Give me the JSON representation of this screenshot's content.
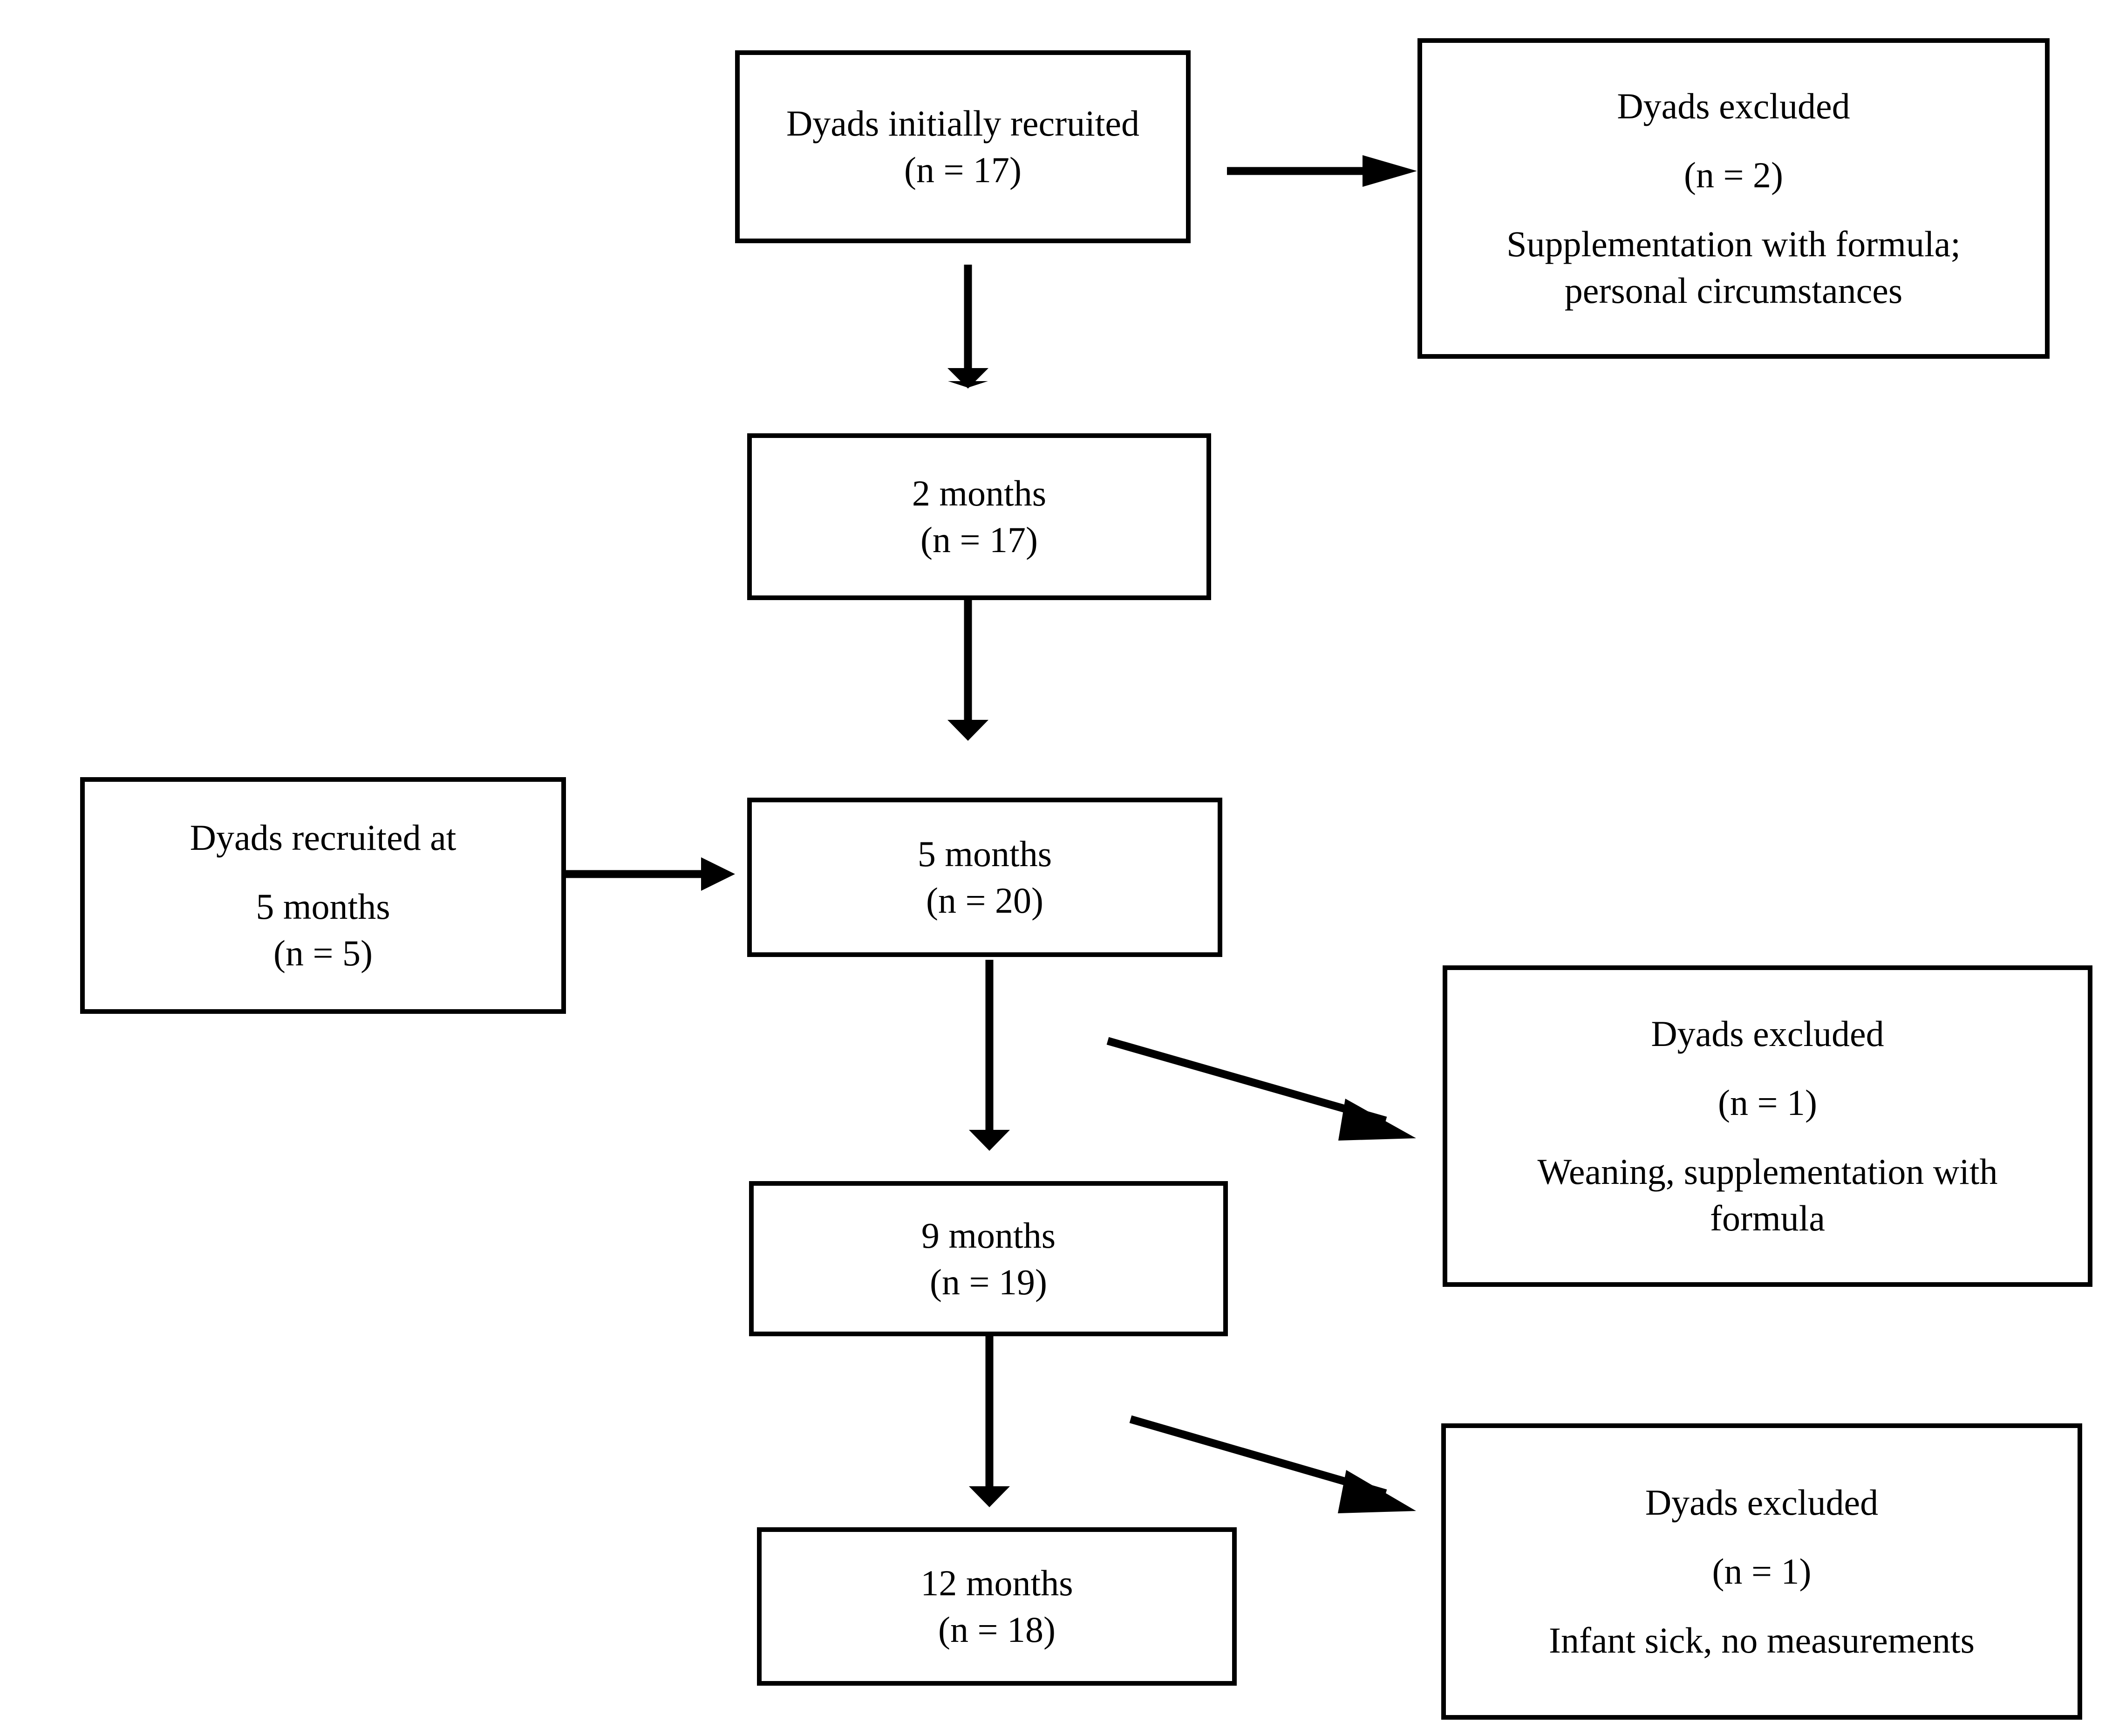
{
  "figure": {
    "type": "flowchart",
    "orientation": "top-to-bottom",
    "background_color": "#ffffff",
    "stroke_color": "#000000"
  },
  "nodes": {
    "recruited": {
      "id": "dyads-initially-recruited",
      "lines": [
        "Dyads initially recruited",
        "(n = 17)"
      ],
      "line1": "Dyads initially recruited",
      "line2": "(n = 17)",
      "n": 17
    },
    "excluded_baseline": {
      "id": "dyads-excluded-baseline",
      "lines": [
        "Dyads excluded",
        "(n = 2)",
        "Supplementation with formula;",
        "personal circumstances"
      ],
      "line1": "Dyads excluded",
      "line2": "(n = 2)",
      "line3": "Supplementation with formula;",
      "line4": "personal circumstances",
      "n": 2
    },
    "month2": {
      "id": "timepoint-2-months",
      "lines": [
        "2 months",
        "(n = 17)"
      ],
      "line1": "2 months",
      "line2": "(n = 17)",
      "n": 17
    },
    "recruited5": {
      "id": "dyads-recruited-at-5-months",
      "lines": [
        "Dyads recruited at",
        "5 months",
        "(n = 5)"
      ],
      "line1": "Dyads recruited at",
      "line2": "5 months",
      "line3": "(n = 5)",
      "n": 5
    },
    "month5": {
      "id": "timepoint-5-months",
      "lines": [
        "5 months",
        "(n = 20)"
      ],
      "line1": "5 months",
      "line2": "(n = 20)",
      "n": 20
    },
    "excluded_weaning": {
      "id": "dyads-excluded-weaning",
      "lines": [
        "Dyads excluded",
        "(n = 1)",
        "Weaning, supplementation with",
        "formula"
      ],
      "line1": "Dyads excluded",
      "line2": "(n = 1)",
      "line3": "Weaning, supplementation with",
      "line4": "formula",
      "n": 1
    },
    "month9": {
      "id": "timepoint-9-months",
      "lines": [
        "9 months",
        "(n = 19)"
      ],
      "line1": "9 months",
      "line2": "(n = 19)",
      "n": 19
    },
    "excluded_sick": {
      "id": "dyads-excluded-infant-sick",
      "lines": [
        "Dyads excluded",
        "(n = 1)",
        "Infant sick, no measurements"
      ],
      "line1": "Dyads excluded",
      "line2": "(n = 1)",
      "line3": "Infant sick, no measurements",
      "n": 1
    },
    "month12": {
      "id": "timepoint-12-months",
      "lines": [
        "12 months",
        "(n = 18)"
      ],
      "line1": "12 months",
      "line2": "(n = 18)",
      "n": 18
    }
  },
  "edges": [
    {
      "from": "recruited",
      "to": "excluded_baseline",
      "style": "horizontal-right"
    },
    {
      "from": "recruited",
      "to": "month2",
      "style": "vertical-down"
    },
    {
      "from": "month2",
      "to": "month5",
      "style": "vertical-down"
    },
    {
      "from": "recruited5",
      "to": "month5",
      "style": "horizontal-right"
    },
    {
      "from": "month5",
      "to": "month9",
      "style": "vertical-down"
    },
    {
      "from": "month5",
      "to": "excluded_weaning",
      "style": "diagonal-down-right"
    },
    {
      "from": "month9",
      "to": "month12",
      "style": "vertical-down"
    },
    {
      "from": "month9",
      "to": "excluded_sick",
      "style": "diagonal-down-right"
    }
  ]
}
